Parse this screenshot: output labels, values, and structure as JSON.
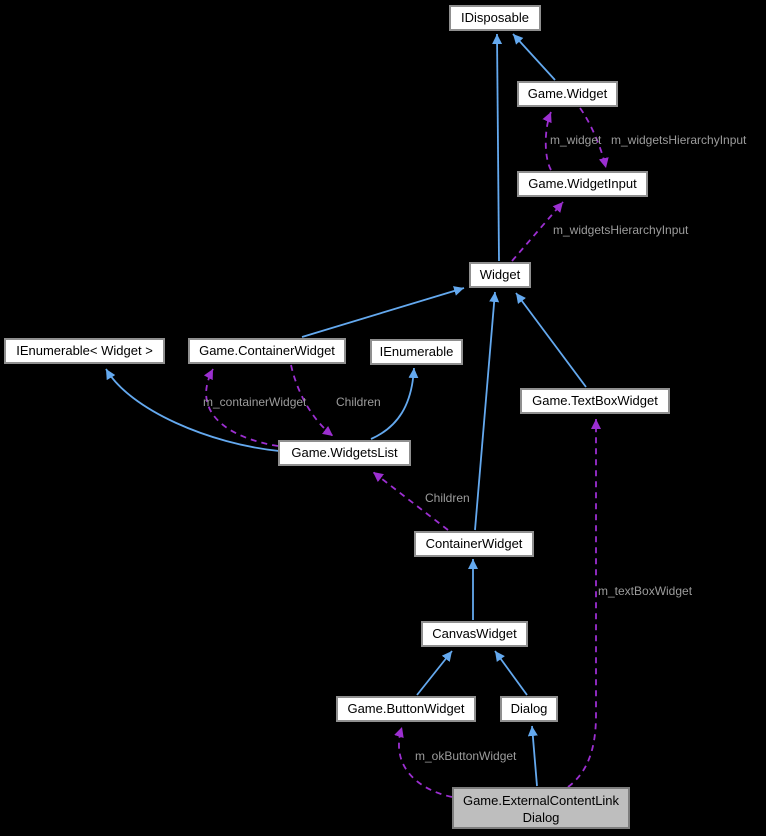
{
  "nodes": {
    "idisposable": {
      "label": "IDisposable"
    },
    "game_widget": {
      "label": "Game.Widget"
    },
    "game_widgetinput": {
      "label": "Game.WidgetInput"
    },
    "widget": {
      "label": "Widget"
    },
    "ienumerable_widget": {
      "label": "IEnumerable< Widget >"
    },
    "game_containerwidget": {
      "label": "Game.ContainerWidget"
    },
    "ienumerable": {
      "label": "IEnumerable"
    },
    "game_textboxwidget": {
      "label": "Game.TextBoxWidget"
    },
    "game_widgetslist": {
      "label": "Game.WidgetsList"
    },
    "containerwidget": {
      "label": "ContainerWidget"
    },
    "canvaswidget": {
      "label": "CanvasWidget"
    },
    "game_buttonwidget": {
      "label": "Game.ButtonWidget"
    },
    "dialog": {
      "label": "Dialog"
    },
    "game_externalcontentlinkdialog": {
      "label": "Game.ExternalContentLink\nDialog"
    }
  },
  "edges": {
    "inheritance": [
      {
        "from": "Game.Widget",
        "to": "IDisposable"
      },
      {
        "from": "Widget",
        "to": "IDisposable"
      },
      {
        "from": "Game.ContainerWidget",
        "to": "Widget"
      },
      {
        "from": "ContainerWidget",
        "to": "Widget"
      },
      {
        "from": "Game.TextBoxWidget",
        "to": "Widget"
      },
      {
        "from": "Game.WidgetsList",
        "to": "IEnumerable< Widget >"
      },
      {
        "from": "Game.WidgetsList",
        "to": "IEnumerable"
      },
      {
        "from": "CanvasWidget",
        "to": "ContainerWidget"
      },
      {
        "from": "Game.ButtonWidget",
        "to": "CanvasWidget"
      },
      {
        "from": "Dialog",
        "to": "CanvasWidget"
      },
      {
        "from": "Game.ExternalContentLinkDialog",
        "to": "Dialog"
      }
    ],
    "usage": [
      {
        "from": "Game.WidgetInput",
        "to": "Game.Widget",
        "label": "m_widget"
      },
      {
        "from": "Game.Widget",
        "to": "Game.WidgetInput",
        "label": "m_widgetsHierarchyInput"
      },
      {
        "from": "Widget",
        "to": "Game.WidgetInput",
        "label": "m_widgetsHierarchyInput"
      },
      {
        "from": "Game.WidgetsList",
        "to": "Game.ContainerWidget",
        "label": "m_containerWidget"
      },
      {
        "from": "Game.ContainerWidget",
        "to": "Game.WidgetsList",
        "label": "Children"
      },
      {
        "from": "ContainerWidget",
        "to": "Game.WidgetsList",
        "label": "Children"
      },
      {
        "from": "Game.ExternalContentLinkDialog",
        "to": "Game.TextBoxWidget",
        "label": "m_textBoxWidget"
      },
      {
        "from": "Game.ExternalContentLinkDialog",
        "to": "Game.ButtonWidget",
        "label": "m_okButtonWidget"
      }
    ]
  },
  "colors": {
    "background": "#000000",
    "inheritance_edge": "#64a9ef",
    "usage_edge": "#9c2fd1",
    "node_fill": "#ffffff",
    "node_border": "#8f8f8f",
    "selected_node_fill": "#bebebe",
    "edge_label": "#9c9c9c"
  }
}
